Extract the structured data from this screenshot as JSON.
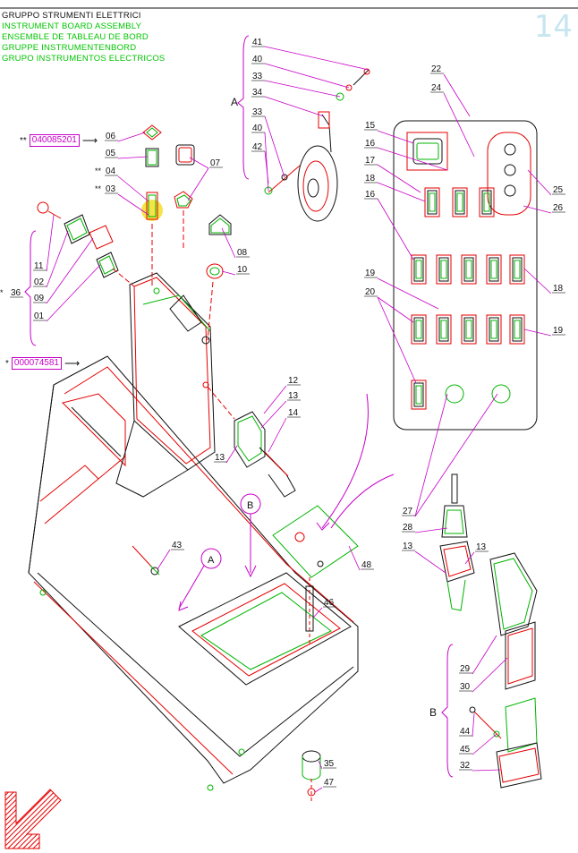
{
  "page_number": "14",
  "titles": [
    "GRUPPO STRUMENTI ELETTRICI",
    "INSTRUMENT BOARD ASSEMBLY",
    "ENSEMBLE DE TABLEAU DE BORD",
    "GRUPPE INSTRUMENTENBORD",
    "GRUPO INSTRUMENTOS ELECTRICOS"
  ],
  "ref_codes": [
    {
      "mark": "**",
      "code": "040085201"
    },
    {
      "mark": "*",
      "code": "000074581"
    }
  ],
  "assembly_letters": {
    "a_top": "A",
    "b_bubble": "B",
    "a_bubble": "A",
    "b_side": "B"
  },
  "part_labels": {
    "p41": "41",
    "p40a": "40",
    "p33a": "33",
    "p34": "34",
    "p33b": "33",
    "p40b": "40",
    "p42": "42",
    "p22": "22",
    "p24": "24",
    "p15": "15",
    "p16a": "16",
    "p17": "17",
    "p18a": "18",
    "p16b": "16",
    "p25": "25",
    "p26": "26",
    "p18b": "18",
    "p19a": "19",
    "p20": "20",
    "p19b": "19",
    "p06": "06",
    "p05": "05",
    "p04": "04",
    "p03": "03",
    "p07": "07",
    "p08": "08",
    "p10": "10",
    "p11": "11",
    "p02": "02",
    "p09": "09",
    "p01": "01",
    "p36": "36",
    "p12": "12",
    "p13a": "13",
    "p14": "14",
    "p13b": "13",
    "p43": "43",
    "p48": "48",
    "p46": "46",
    "p35": "35",
    "p47": "47",
    "p27": "27",
    "p28": "28",
    "p13c": "13",
    "p13d": "13",
    "p29": "29",
    "p30": "30",
    "p44": "44",
    "p45": "45",
    "p32": "32"
  },
  "label_markers": {
    "p04": "**",
    "p03": "**",
    "p36": "*"
  },
  "colors": {
    "red": "#e60000",
    "green": "#00b400",
    "magenta": "#c800c8",
    "black": "#111111",
    "highlight": "#f5e34a",
    "page_number": "#c8e6f0"
  }
}
